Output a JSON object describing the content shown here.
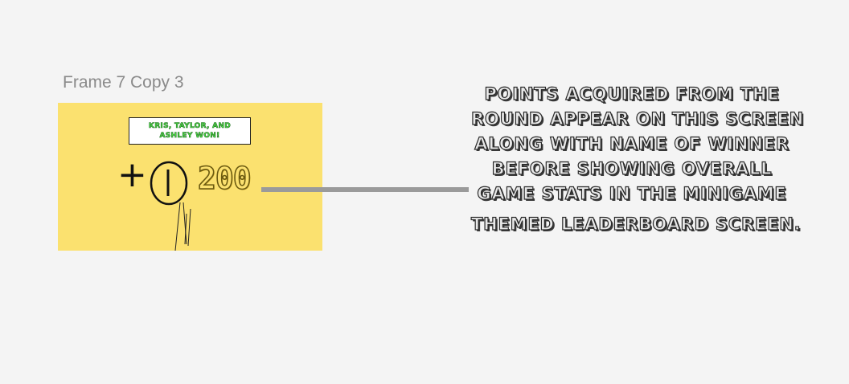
{
  "canvas": {
    "frame_label": "Frame 7 Copy 3"
  },
  "frame": {
    "background": "#fbe16f",
    "winner_text": "Kris, Taylor, and Ashley won!",
    "plus_sign": "+",
    "coin_glyph": "I",
    "points_text": "200",
    "accent_green": "#4fe04a"
  },
  "annotation": {
    "lines": [
      "Points acquired from the",
      "round appear on this screen",
      "along with name of winner",
      "before showing overall",
      "game stats in the minigame",
      "themed leaderboard screen."
    ],
    "connector_color": "#9a9a9a"
  }
}
